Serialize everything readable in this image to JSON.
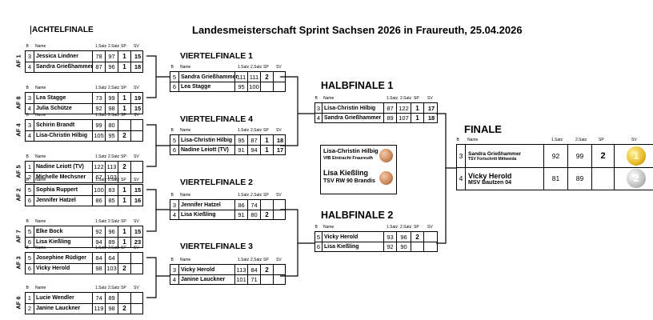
{
  "header": {
    "left_label": "ACHTELFINALE",
    "title": "Landesmeisterschaft Sprint Sachsen 2026 in Fraureuth, 25.04.2026"
  },
  "table_headers": {
    "b": "B",
    "name": "Name",
    "set1": "1.Satz",
    "set2": "2.Satz",
    "sp": "SP",
    "sv": "SV"
  },
  "round_titles": {
    "viertelfinale_1": "VIERTELFINALE 1",
    "viertelfinale_2": "VIERTELFINALE 2",
    "viertelfinale_3": "VIERTELFINALE 3",
    "viertelfinale_4": "VIERTELFINALE 4",
    "halbfinale_1": "HALBFINALE 1",
    "halbfinale_2": "HALBFINALE 2",
    "finale": "FINALE"
  },
  "achtelfinale": [
    {
      "label": "AF 1",
      "rows": [
        {
          "b": "3",
          "name": "Jessica Lindner",
          "s1": "78",
          "s2": "97",
          "sp": "1",
          "sv": "15"
        },
        {
          "b": "4",
          "name": "Sandra Grießhammer",
          "s1": "87",
          "s2": "96",
          "sp": "1",
          "sv": "18"
        }
      ]
    },
    {
      "label": "AF 8",
      "rows": [
        {
          "b": "3",
          "name": "Lea Stagge",
          "s1": "73",
          "s2": "99",
          "sp": "1",
          "sv": "19"
        },
        {
          "b": "4",
          "name": "Julia Schütze",
          "s1": "92",
          "s2": "98",
          "sp": "1",
          "sv": "15"
        }
      ]
    },
    {
      "label": "AF 4",
      "rows": [
        {
          "b": "3",
          "name": "Schirin Brandt",
          "s1": "99",
          "s2": "80",
          "sp": "",
          "sv": ""
        },
        {
          "b": "4",
          "name": "Lisa-Christin Hilbig",
          "s1": "105",
          "s2": "95",
          "sp": "2",
          "sv": ""
        }
      ]
    },
    {
      "label": "AF 5",
      "rows": [
        {
          "b": "1",
          "name": "Nadine Leiott (TV)",
          "s1": "122",
          "s2": "113",
          "sp": "2",
          "sv": ""
        },
        {
          "b": "2",
          "name": "Michelle Mechsner",
          "s1": "67",
          "s2": "103",
          "sp": "",
          "sv": ""
        }
      ]
    },
    {
      "label": "AF 2",
      "rows": [
        {
          "b": "5",
          "name": "Sophia Ruppert",
          "s1": "100",
          "s2": "83",
          "sp": "1",
          "sv": "15"
        },
        {
          "b": "6",
          "name": "Jennifer Hatzel",
          "s1": "86",
          "s2": "85",
          "sp": "1",
          "sv": "16"
        }
      ]
    },
    {
      "label": "AF 7",
      "rows": [
        {
          "b": "5",
          "name": "Elke Bock",
          "s1": "92",
          "s2": "96",
          "sp": "1",
          "sv": "15"
        },
        {
          "b": "6",
          "name": "Lisa Kießling",
          "s1": "94",
          "s2": "89",
          "sp": "1",
          "sv": "23"
        }
      ]
    },
    {
      "label": "AF 3",
      "rows": [
        {
          "b": "5",
          "name": "Josephine Rüdiger",
          "s1": "84",
          "s2": "64",
          "sp": "",
          "sv": ""
        },
        {
          "b": "6",
          "name": "Vicky Herold",
          "s1": "98",
          "s2": "103",
          "sp": "2",
          "sv": ""
        }
      ]
    },
    {
      "label": "AF 6",
      "rows": [
        {
          "b": "1",
          "name": "Lucie Wendler",
          "s1": "74",
          "s2": "89",
          "sp": "",
          "sv": ""
        },
        {
          "b": "2",
          "name": "Janine Lauckner",
          "s1": "119",
          "s2": "98",
          "sp": "2",
          "sv": ""
        }
      ]
    }
  ],
  "viertelfinale": [
    {
      "rows": [
        {
          "b": "5",
          "name": "Sandra Grießhammer",
          "s1": "111",
          "s2": "111",
          "sp": "2",
          "sv": ""
        },
        {
          "b": "6",
          "name": "Lea Stagge",
          "s1": "95",
          "s2": "100",
          "sp": "",
          "sv": ""
        }
      ]
    },
    {
      "rows": [
        {
          "b": "5",
          "name": "Lisa-Christin Hilbig",
          "s1": "95",
          "s2": "87",
          "sp": "1",
          "sv": "18"
        },
        {
          "b": "6",
          "name": "Nadine Leiott (TV)",
          "s1": "91",
          "s2": "94",
          "sp": "1",
          "sv": "17"
        }
      ]
    },
    {
      "rows": [
        {
          "b": "3",
          "name": "Jennifer Hatzel",
          "s1": "86",
          "s2": "74",
          "sp": "",
          "sv": ""
        },
        {
          "b": "4",
          "name": "Lisa Kießling",
          "s1": "91",
          "s2": "80",
          "sp": "2",
          "sv": ""
        }
      ]
    },
    {
      "rows": [
        {
          "b": "3",
          "name": "Vicky Herold",
          "s1": "113",
          "s2": "84",
          "sp": "2",
          "sv": ""
        },
        {
          "b": "4",
          "name": "Janine Lauckner",
          "s1": "101",
          "s2": "71",
          "sp": "",
          "sv": ""
        }
      ]
    }
  ],
  "halbfinale": [
    {
      "rows": [
        {
          "b": "3",
          "name": "Lisa-Christin Hilbig",
          "s1": "87",
          "s2": "122",
          "sp": "1",
          "sv": "17"
        },
        {
          "b": "4",
          "name": "Sandra Grießhammer",
          "s1": "89",
          "s2": "107",
          "sp": "1",
          "sv": "18"
        }
      ]
    },
    {
      "rows": [
        {
          "b": "5",
          "name": "Vicky Herold",
          "s1": "93",
          "s2": "96",
          "sp": "2",
          "sv": ""
        },
        {
          "b": "6",
          "name": "Lisa Kießling",
          "s1": "92",
          "s2": "90",
          "sp": "",
          "sv": ""
        }
      ]
    }
  ],
  "finale": {
    "rows": [
      {
        "b": "3",
        "name": "Sandra Grießhammer",
        "club": "TSV Fortschritt Mittweida",
        "s1": "92",
        "s2": "99",
        "sp": "2",
        "medal": "1"
      },
      {
        "b": "4",
        "name": "Vicky Herold",
        "club": "MSV Bautzen 04",
        "s1": "81",
        "s2": "89",
        "sp": "",
        "medal": "2"
      }
    ]
  },
  "third_place": [
    {
      "name": "Lisa-Christin Hilbig",
      "club": "VfB Eintracht Fraureuth"
    },
    {
      "name": "Lisa Kießling",
      "club": "TSV RW 90 Brandis"
    }
  ],
  "colors": {
    "gold": "#e8b923",
    "silver": "#c0c0c0",
    "bronze": "#c8875a",
    "border": "#000000"
  }
}
